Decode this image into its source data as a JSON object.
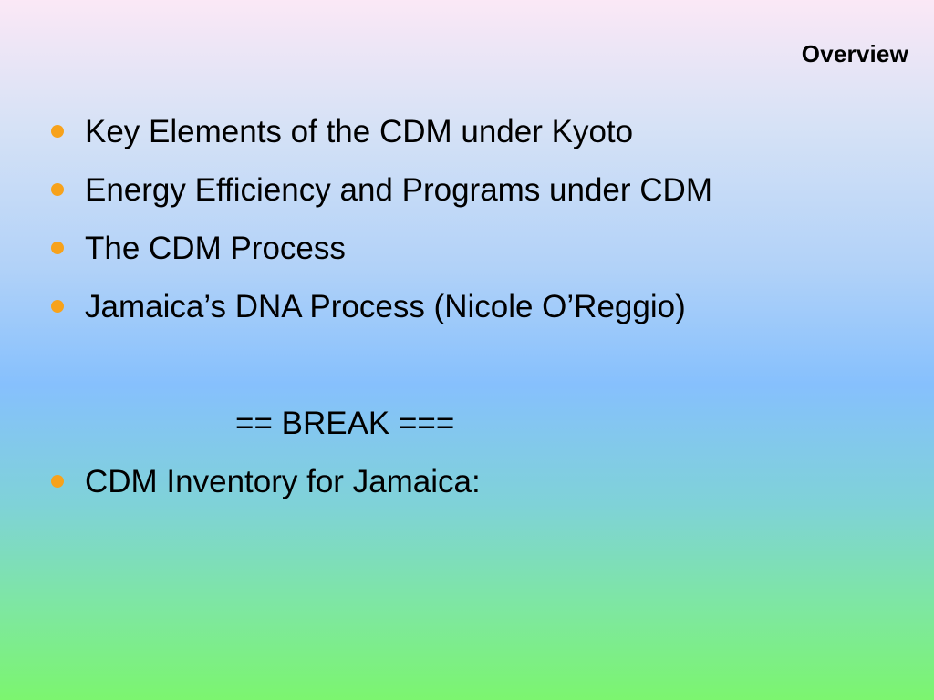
{
  "slide": {
    "title": "Overview",
    "bullets": [
      "Key Elements of the CDM under Kyoto",
      "Energy Efficiency and Programs under CDM",
      "The CDM Process",
      "Jamaica’s DNA Process (Nicole O’Reggio)"
    ],
    "break_text": "==  BREAK ===",
    "last_bullet": "CDM Inventory for Jamaica:",
    "colors": {
      "bullet": "#f7a21b",
      "gradient_top": "#fbe8f6",
      "gradient_middle": "#86c0fd",
      "gradient_bottom": "#7cf56f"
    }
  }
}
